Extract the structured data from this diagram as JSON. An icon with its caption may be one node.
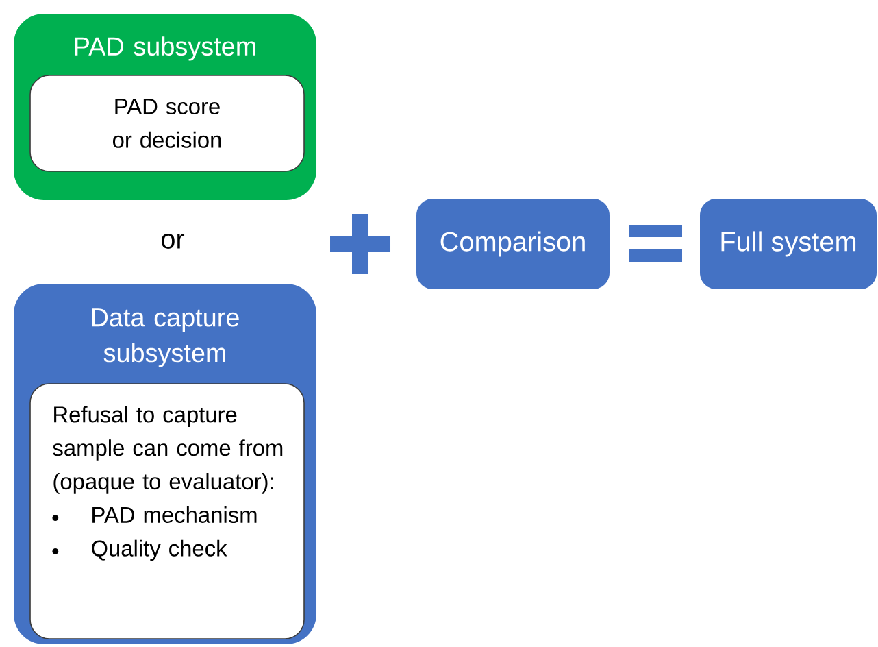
{
  "diagram": {
    "nodes": [
      {
        "text": [
          "PAD subsystem"
        ]
      },
      {
        "text": [
          "PAD score or decision"
        ],
        "in": 0
      },
      {
        "text": [
          "Data capture subsystem"
        ]
      },
      {
        "text": [
          "Refusal to capture sample can come from (opaque to evaluator):",
          "PAD mechanism",
          "Quality check"
        ],
        "in": 2
      },
      {
        "text": [
          "Comparison"
        ]
      },
      {
        "text": [
          "Full system"
        ]
      }
    ],
    "labels": [
      "or"
    ]
  }
}
